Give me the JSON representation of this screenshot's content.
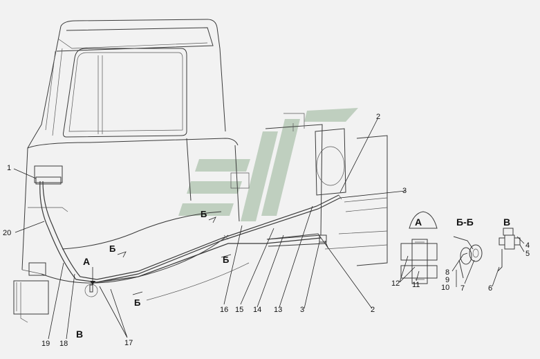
{
  "callouts": [
    {
      "id": "1",
      "text": "1"
    },
    {
      "id": "2a",
      "text": "2"
    },
    {
      "id": "2b",
      "text": "2"
    },
    {
      "id": "3a",
      "text": "3"
    },
    {
      "id": "3b",
      "text": "3"
    },
    {
      "id": "4",
      "text": "4"
    },
    {
      "id": "5",
      "text": "5"
    },
    {
      "id": "6",
      "text": "6"
    },
    {
      "id": "7",
      "text": "7"
    },
    {
      "id": "8",
      "text": "8"
    },
    {
      "id": "9",
      "text": "9"
    },
    {
      "id": "10",
      "text": "10"
    },
    {
      "id": "11",
      "text": "11"
    },
    {
      "id": "12",
      "text": "12"
    },
    {
      "id": "13",
      "text": "13"
    },
    {
      "id": "14",
      "text": "14"
    },
    {
      "id": "15",
      "text": "15"
    },
    {
      "id": "16",
      "text": "16"
    },
    {
      "id": "17",
      "text": "17"
    },
    {
      "id": "18",
      "text": "18"
    },
    {
      "id": "19",
      "text": "19"
    },
    {
      "id": "20",
      "text": "20"
    }
  ],
  "views": {
    "a": "А",
    "b_b": "Б-Б",
    "v": "В"
  },
  "markers": {
    "a_arrow": "А",
    "v_detail": "В",
    "b_section_1": "Б",
    "b_section_2": "Б",
    "b_section_3": "Б",
    "b_section_4": "Б"
  },
  "colors": {
    "background": "#f2f2f2",
    "line": "#3a3a3a",
    "watermark": "#b7c9b7"
  }
}
